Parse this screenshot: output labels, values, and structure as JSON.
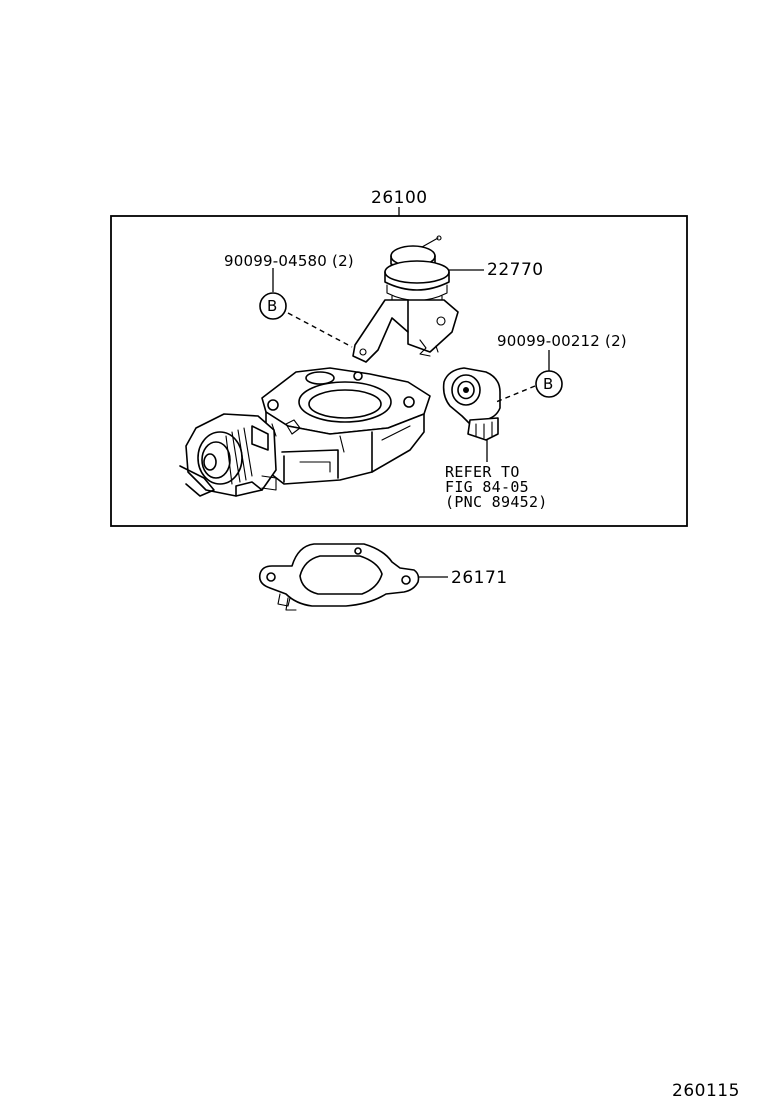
{
  "parts": {
    "assembly": "26100",
    "vacuum_actuator": "22770",
    "screw_left": "90099-04580 (2)",
    "screw_right": "90099-00212 (2)",
    "gasket": "26171",
    "refer_line1": "REFER TO",
    "refer_line2": "FIG 84-05",
    "refer_line3": "(PNC 89452)"
  },
  "markers": {
    "left": "B",
    "right": "B"
  },
  "figure_code": "260115"
}
